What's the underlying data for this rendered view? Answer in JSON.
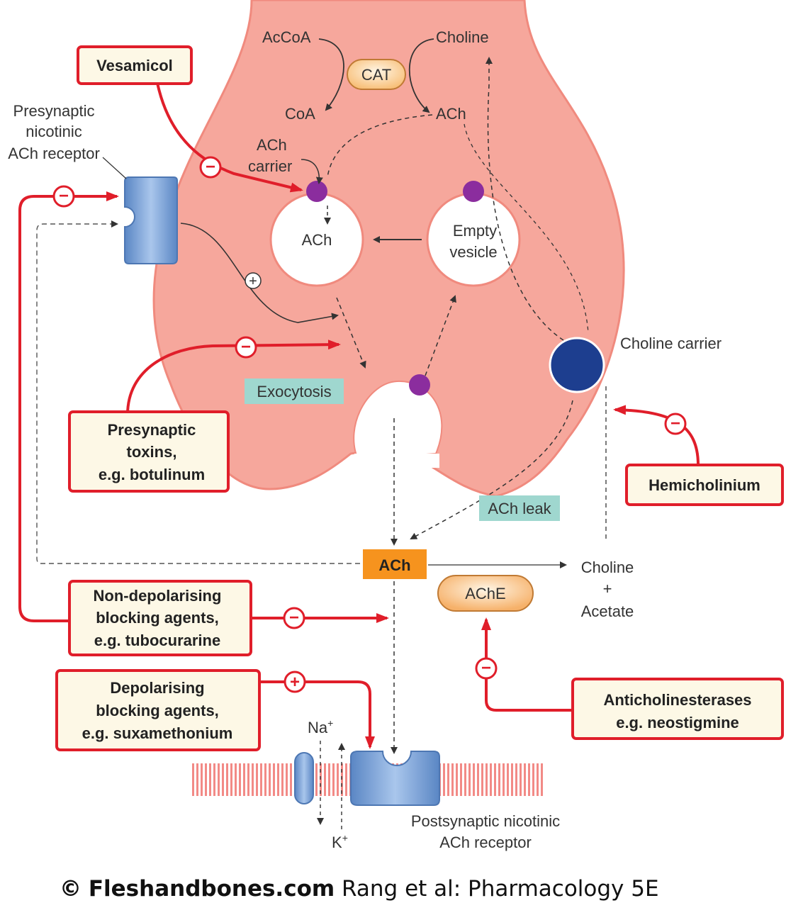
{
  "colors": {
    "terminal": "#f6a79c",
    "terminal_stroke": "#f08a7e",
    "inhibit": "#e01e2a",
    "drug_box_fill": "#fdf8e6",
    "receptor": "#7ba5d8",
    "choline_carrier": "#1d3e8f",
    "carrier_dot": "#8b2d9e",
    "label_teal": "#9fd7cf",
    "ach_orange": "#f6931e",
    "enzyme": "#f8c07a"
  },
  "icons": [
    "minus-circle-icon",
    "plus-circle-icon",
    "arrow-icon"
  ],
  "labels": {
    "accoa": "AcCoA",
    "choline_top": "Choline",
    "cat": "CAT",
    "coa": "CoA",
    "ach_synth": "ACh",
    "ach_carrier_1": "ACh",
    "ach_carrier_2": "carrier",
    "presyn_receptor_1": "Presynaptic",
    "presyn_receptor_2": "nicotinic",
    "presyn_receptor_3": "ACh receptor",
    "vesicle_full": "ACh",
    "empty_vesicle_1": "Empty",
    "empty_vesicle_2": "vesicle",
    "exocytosis": "Exocytosis",
    "choline_carrier": "Choline carrier",
    "ach_leak": "ACh leak",
    "ach_center": "ACh",
    "choline_product": "Choline",
    "plus": "+",
    "acetate": "Acetate",
    "ache": "AChE",
    "na": "Na",
    "na_sup": "+",
    "k": "K",
    "k_sup": "+",
    "postsyn_receptor_1": "Postsynaptic nicotinic",
    "postsyn_receptor_2": "ACh receptor",
    "sign_minus": "−",
    "sign_plus": "+"
  },
  "drugs": {
    "vesamicol": "Vesamicol",
    "presyn_toxins_1": "Presynaptic",
    "presyn_toxins_2": "toxins,",
    "presyn_toxins_3": "e.g. botulinum",
    "hemicholinium": "Hemicholinium",
    "nondep_1": "Non-depolarising",
    "nondep_2": "blocking agents,",
    "nondep_3": "e.g. tubocurarine",
    "dep_1": "Depolarising",
    "dep_2": "blocking agents,",
    "dep_3": "e.g. suxamethonium",
    "antichol_1": "Anticholinesterases",
    "antichol_2": "e.g. neostigmine"
  },
  "footer": {
    "copyright": "©",
    "site": "Fleshandbones.com",
    "citation": "Rang et al: Pharmacology 5E"
  }
}
